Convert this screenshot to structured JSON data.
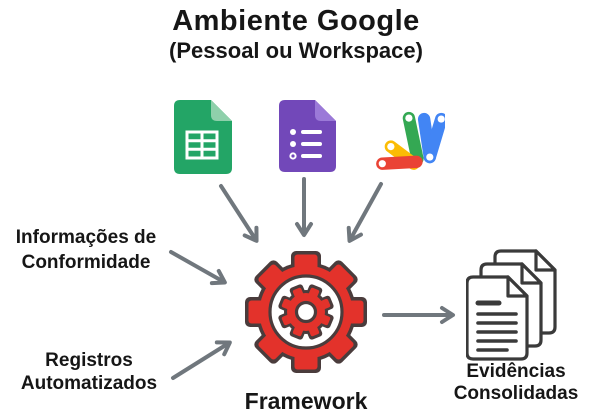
{
  "header": {
    "title": "Ambiente Google",
    "subtitle": "(Pessoal ou Workspace)"
  },
  "sources": {
    "icons": [
      "google-sheets-icon",
      "google-forms-icon",
      "google-apps-script-icon"
    ]
  },
  "inputs": {
    "conformidade": {
      "line1": "Informações de",
      "line2": "Conformidade"
    },
    "registros": {
      "line1": "Registros",
      "line2": "Automatizados"
    }
  },
  "framework": {
    "label": "Framework",
    "icon": "gear-icon"
  },
  "output": {
    "line1": "Evidências",
    "line2": "Consolidadas",
    "icon": "documents-stack-icon"
  },
  "colors": {
    "sheets_green": "#23a566",
    "sheets_fold": "#8fd0ab",
    "forms_purple": "#7248b9",
    "forms_fold": "#9b79d8",
    "script_red": "#ea4335",
    "script_yellow": "#fbbc04",
    "script_green": "#34a853",
    "script_blue": "#4285f4",
    "gear_red": "#e3322b",
    "gear_outline": "#4a3c3c",
    "arrow_gray": "#70777d",
    "doc_outline": "#3a3a3a",
    "text": "#161616"
  }
}
